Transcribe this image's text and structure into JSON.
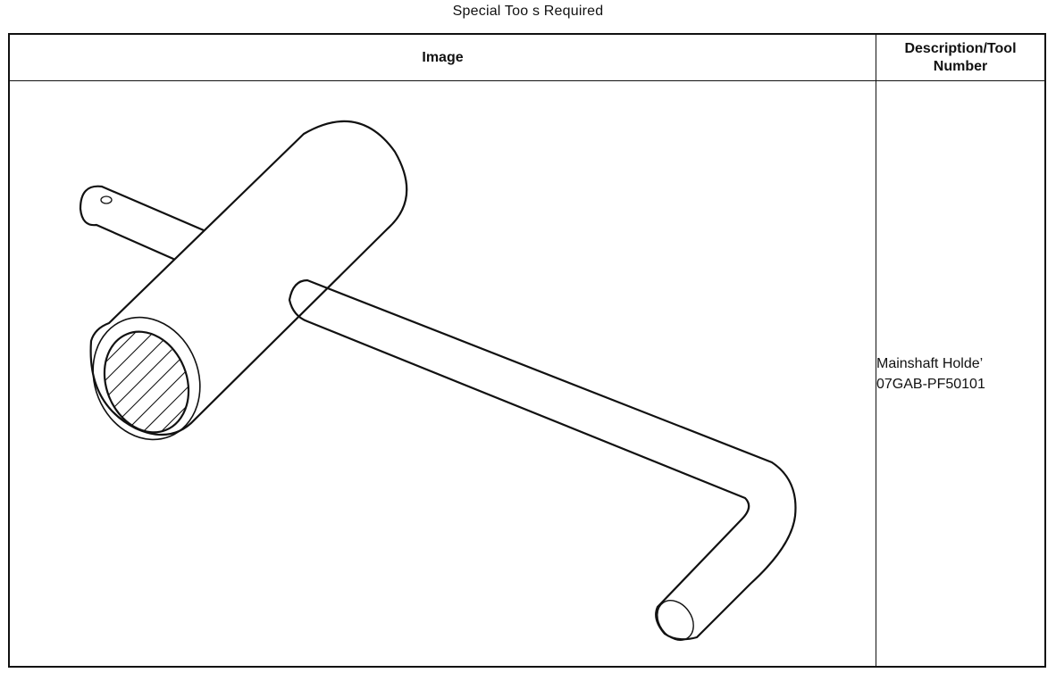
{
  "page": {
    "title": "Special Too s Required"
  },
  "table": {
    "headers": {
      "image": "Image",
      "description": "Description/Tool Number"
    },
    "rows": [
      {
        "illustration": "mainshaft-holder-tool-drawing",
        "name": "Mainshaft Holde’",
        "number": "07GAB-PF50101"
      }
    ]
  }
}
